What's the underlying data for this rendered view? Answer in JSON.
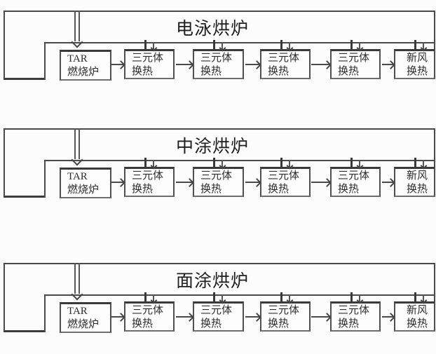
{
  "diagram": {
    "background_color": "#fcfcfc",
    "line_color": "#4a4a4a",
    "text_color": "#2d2d2d",
    "icons": {
      "flow_arrow": "chevron-right",
      "drop_arrow": "chevron-down",
      "tick_arrow": "chevron-down"
    },
    "rows": [
      {
        "title": "电泳烘炉",
        "furnace": {
          "line1": "TAR",
          "line2": "燃烧炉"
        },
        "exchangers": [
          {
            "line1": "三元体",
            "line2": "换热"
          },
          {
            "line1": "三元体",
            "line2": "换热"
          },
          {
            "line1": "三元体",
            "line2": "换热"
          },
          {
            "line1": "三元体",
            "line2": "换热"
          }
        ],
        "fresh_air": {
          "line1": "新风",
          "line2": "换热"
        }
      },
      {
        "title": "中涂烘炉",
        "furnace": {
          "line1": "TAR",
          "line2": "燃烧炉"
        },
        "exchangers": [
          {
            "line1": "三元体",
            "line2": "换热"
          },
          {
            "line1": "三元体",
            "line2": "换热"
          },
          {
            "line1": "三元体",
            "line2": "换热"
          },
          {
            "line1": "三元体",
            "line2": "换热"
          }
        ],
        "fresh_air": {
          "line1": "新风",
          "line2": "换热"
        }
      },
      {
        "title": "面涂烘炉",
        "furnace": {
          "line1": "TAR",
          "line2": "燃烧炉"
        },
        "exchangers": [
          {
            "line1": "三元体",
            "line2": "换热"
          },
          {
            "line1": "三元体",
            "line2": "换热"
          },
          {
            "line1": "三元体",
            "line2": "换热"
          },
          {
            "line1": "三元体",
            "line2": "换热"
          }
        ],
        "fresh_air": {
          "line1": "新风",
          "line2": "换热"
        }
      }
    ]
  }
}
